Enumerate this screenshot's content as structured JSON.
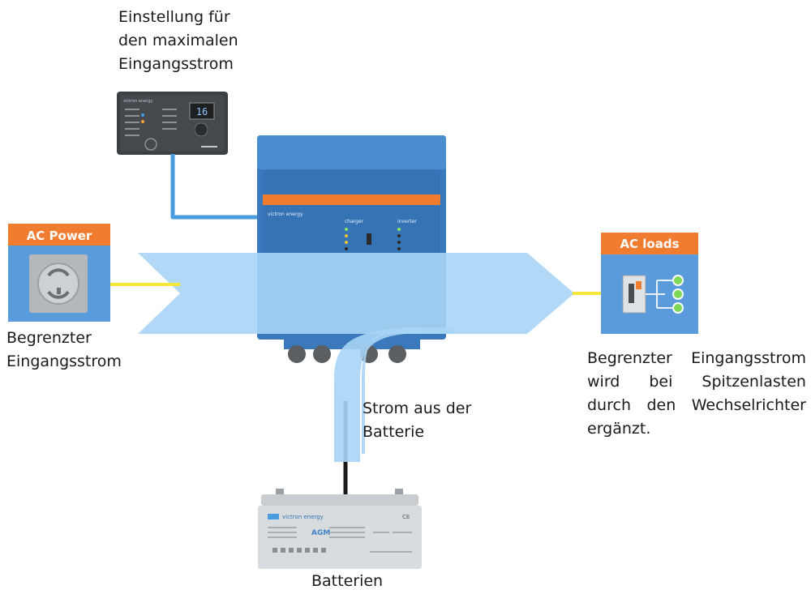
{
  "labels": {
    "control_setting": [
      "Einstellung für",
      "den maximalen",
      "Eingangsstrom"
    ],
    "limited_input": [
      "Begrenzter",
      "Eingangsstrom"
    ],
    "battery_current": [
      "Strom aus der",
      "Batterie"
    ],
    "supplement": [
      [
        "Begrenzter",
        "Eingangsstrom"
      ],
      [
        "wird",
        "bei",
        "Spitzenlasten"
      ],
      [
        "durch",
        "den",
        "Wechselrichter"
      ],
      [
        "ergänzt."
      ]
    ],
    "batteries": "Batterien"
  },
  "ac_power": {
    "title": "AC Power"
  },
  "ac_loads": {
    "title": "AC loads"
  },
  "inverter": {
    "brand": "victron energy",
    "charger_label": "charger",
    "inverter_label": "inverter"
  },
  "control_panel": {
    "brand": "victron energy",
    "display": "16"
  },
  "battery": {
    "brand": "victron energy",
    "type": "AGM",
    "ce": "CE"
  },
  "colors": {
    "flow": "#a8d4f5",
    "inverter_body": "#3f7fbf",
    "orange": "#f07c30",
    "wire_yellow": "#f5e63b",
    "wire_blue": "#4a9be0",
    "load_green": "#7ed957"
  }
}
